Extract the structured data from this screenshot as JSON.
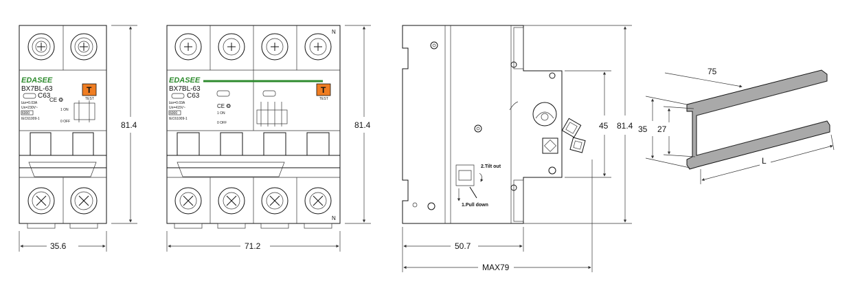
{
  "breaker_2p": {
    "brand": "EDASEE",
    "model": "BX7BL-63",
    "rating": "C63",
    "idn": "I∆n=0.03A",
    "voltage": "Un=230V~",
    "capacity": "6000",
    "standard": "IEC61009-1",
    "on_label": "1 ON",
    "off_label": "0 OFF",
    "test_button": "T",
    "test_label": "TEST",
    "width_dim": "35.6",
    "height_dim": "81.4"
  },
  "breaker_4p": {
    "brand": "EDASEE",
    "model": "BX7BL-63",
    "rating": "C63",
    "idn": "I∆n=0.03A",
    "voltage": "Un=415V~",
    "capacity": "6000",
    "standard": "IEC61009-1",
    "on_label": "1 ON",
    "off_label": "0 OFF",
    "test_button": "T",
    "test_label": "TEST",
    "neutral_top": "N",
    "neutral_bottom": "N",
    "width_dim": "71.2",
    "height_dim": "81.4"
  },
  "side_view": {
    "height_total": "81.4",
    "height_front": "45",
    "depth_body": "50.7",
    "depth_max": "MAX79",
    "step1": "1.Pull down",
    "step2": "2.Tilt out"
  },
  "din_rail": {
    "length_top": "75",
    "height_outer": "35",
    "height_inner": "27",
    "length_label": "L"
  },
  "colors": {
    "brand_green": "#2e8b2e",
    "test_orange": "#ef7d22",
    "rail_gray": "#a9a9a9",
    "line": "#111111"
  }
}
